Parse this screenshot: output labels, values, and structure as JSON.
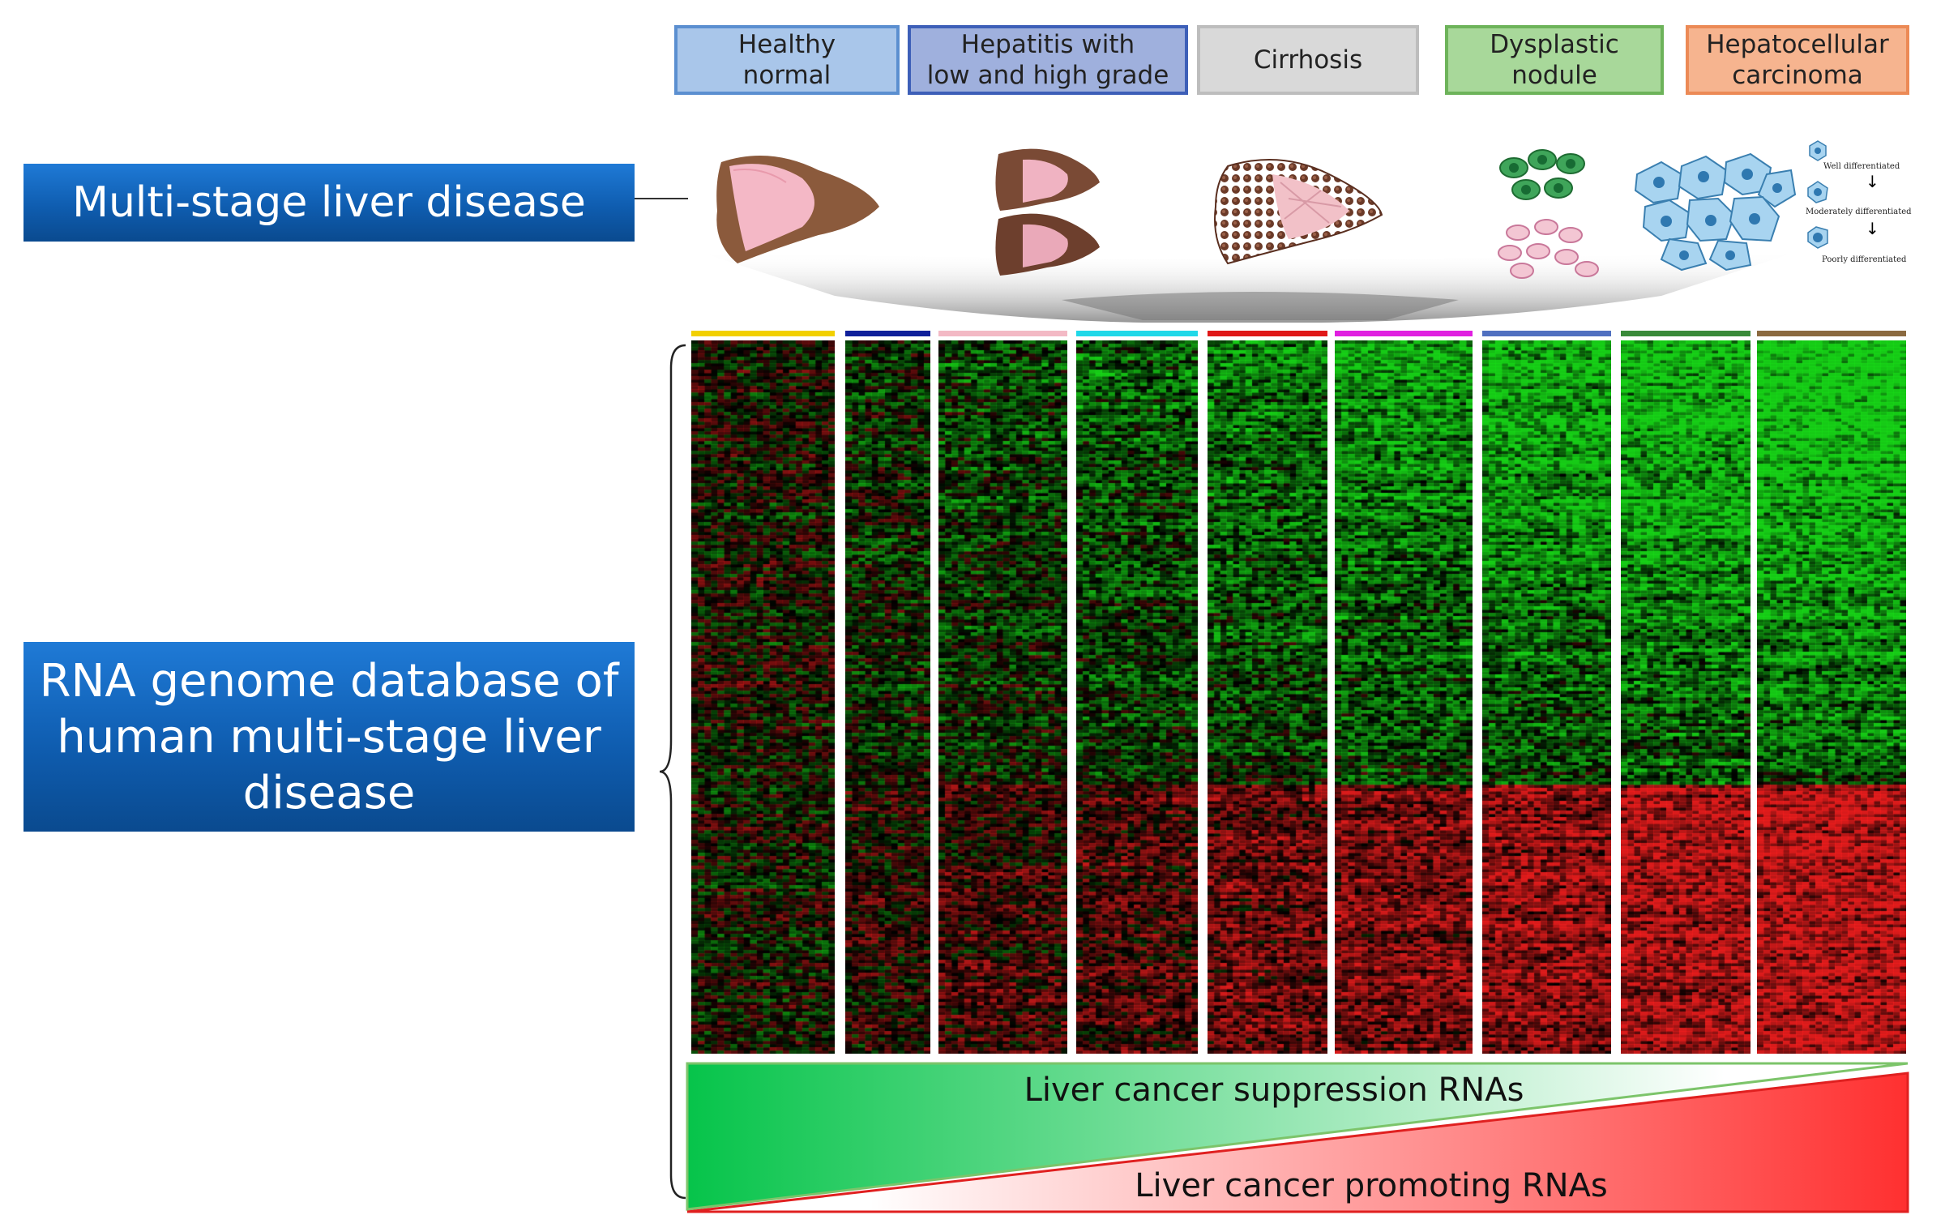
{
  "stages": [
    {
      "label": "Healthy normal",
      "line1": "Healthy",
      "line2": "normal"
    },
    {
      "label": "Hepatitis with low and high grade",
      "line1": "Hepatitis with",
      "line2": "low and high grade"
    },
    {
      "label": "Cirrhosis",
      "line1": "Cirrhosis",
      "line2": ""
    },
    {
      "label": "Dysplastic nodule",
      "line1": "Dysplastic",
      "line2": "nodule"
    },
    {
      "label": "Hepatocellular carcinoma",
      "line1": "Hepatocellular",
      "line2": "carcinoma"
    }
  ],
  "left_labels": {
    "top": "Multi-stage liver disease",
    "bottom_line1": "RNA genome database of",
    "bottom_line2": "human multi-stage liver",
    "bottom_line3": "disease"
  },
  "differentiation": {
    "well": "Well differentiated",
    "moderately": "Moderately differentiated",
    "poorly": "Poorly differentiated"
  },
  "gradient": {
    "suppression": "Liver cancer suppression RNAs",
    "promoting": "Liver cancer promoting RNAs"
  },
  "colors": {
    "stage_healthy": "#a9c6ea",
    "stage_healthy_border": "#5b8fd0",
    "stage_hepatitis": "#9fb0dd",
    "stage_hepatitis_border": "#3d5fb8",
    "stage_cirrhosis": "#d9d9d9",
    "stage_cirrhosis_border": "#bdbdbd",
    "stage_dysplastic": "#a8d89a",
    "stage_dysplastic_border": "#6db35a",
    "stage_hcc": "#f6b48f",
    "stage_hcc_border": "#ec8a56",
    "heatmap_up": "#ff2020",
    "heatmap_down": "#18e018",
    "group_bar_colors": [
      "#f2d000",
      "#10209a",
      "#f3b9c5",
      "#20d8e8",
      "#e01818",
      "#e020e0",
      "#5070c0",
      "#3a8a3a",
      "#8b6a40"
    ]
  }
}
